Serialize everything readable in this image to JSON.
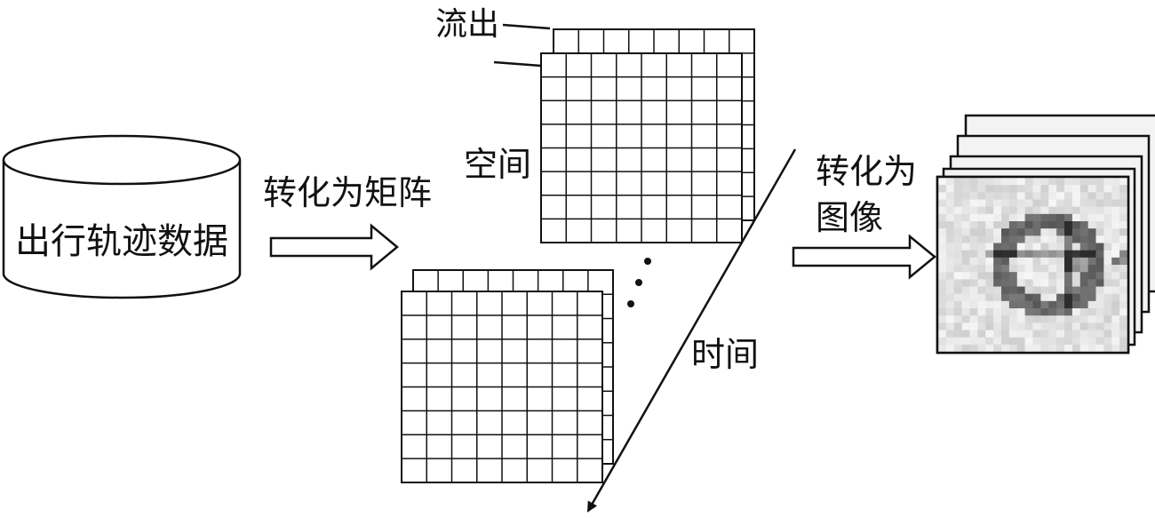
{
  "diagram": {
    "source_label": "出行轨迹数据",
    "step1_label": "转化为矩阵",
    "outflow_label": "流出",
    "space_label": "空间",
    "time_label": "时间",
    "step2_label_line1": "转化为",
    "step2_label_line2": "图像"
  },
  "colors": {
    "ink": "#111111",
    "heatmap_dark": "#1a1a1a",
    "heatmap_light": "#f4f4f4"
  }
}
